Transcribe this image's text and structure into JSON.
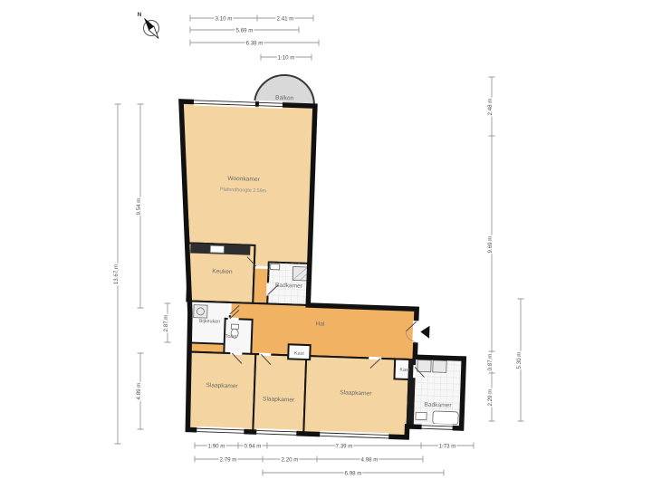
{
  "compass": {
    "north_label": "N"
  },
  "rooms": {
    "balkon": "Balkon",
    "woonkamer": "Woonkamer",
    "woonkamer_sub": "Plafondhoogte 2.59m",
    "keuken": "Keuken",
    "badkamer_boven": "Badkamer",
    "bijkeuken": "Bijkeuken",
    "toilet": "Toilet",
    "hal": "Hal",
    "kast_1": "Kast",
    "kast_2": "Kast",
    "slaapkamer_links": "Slaapkamer",
    "slaapkamer_midden": "Slaapkamer",
    "slaapkamer_rechts": "Slaapkamer",
    "badkamer_onder": "Badkamer"
  },
  "dims": {
    "top": {
      "d1": "3.10 m",
      "d2": "2.41 m",
      "d3": "5.69 m",
      "d4": "6.38 m",
      "d5": "1.10 m"
    },
    "left": {
      "d1": "13.67 m",
      "d2": "9.54 m",
      "d3": "2.87 m",
      "d4": "4.89 m"
    },
    "right": {
      "d1": "2.48 m",
      "d2": "9.69 m",
      "d3": "0.87 m",
      "d4": "2.29 m",
      "d5": "5.30 m"
    },
    "bottom": {
      "d1": "1.90 m",
      "d2": "0.94 m",
      "d3": "7.39 m",
      "d4": "1.73 m",
      "d5": "2.79 m",
      "d6": "2.20 m",
      "d7": "4.98 m",
      "d8": "6.98 m"
    }
  },
  "colors": {
    "wall": "#1a1a1a",
    "floor_living": "#f4d4a0",
    "floor_hall": "#f2b264",
    "floor_wet": "#f7f7f7",
    "floor_closet": "#fbfbfb",
    "balcony": "#d9d9d9",
    "dim_line": "#9a9a9a",
    "label_text": "#6b6b6b"
  }
}
